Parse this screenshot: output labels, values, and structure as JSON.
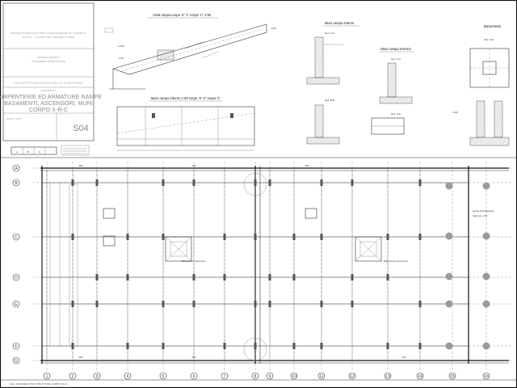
{
  "title_block": {
    "project_lines": [
      "PROGETTO ESECUTIVO PER LA REALIZZAZIONE DI UN EDIFICIO",
      "IN V.G.V. - IL LUOGO DEL CARCERE DI TERNI"
    ],
    "firm_lines": [
      "EDITORE TRIARCO",
      "INGEGNERIA STRUTTURALE"
    ],
    "phase_line": "PROGETTO ESECUTIVO DELLE STRUTTURE",
    "subject_small": "ELABORATO:",
    "subject_lines": [
      "CARPENTERIE ED ARMATURE RAMPE",
      "BASAMENTI, ASCENSORI, MURI",
      "CORPO X-R-C"
    ],
    "scale_label": "SCALA: 1:50",
    "sheet_code": "S04",
    "legend_letters": [
      "A",
      "B",
      "C"
    ]
  },
  "details": {
    "ramp_title": "Vista rampa corpo 'X' 'C' corpo 'C' 1:50",
    "ramp_wall_title": "Muro rampa interno 1:50 corpo 'X' 'C' corpo 'C'",
    "inner_wall_title": "Muro rampa interno",
    "outer_wall_title": "Muro rampa esterno",
    "right_title": "Basamento",
    "section_a": "Sez. A-A",
    "section_b": "Sez. B-B",
    "section_c": "Sez. C-C",
    "section_d": "Sez. D-D",
    "section_e": "Sez. E-E",
    "level_labels": [
      "+0.00",
      "-1.00",
      "-2.50",
      "-2.00"
    ]
  },
  "plan": {
    "row_labels": [
      "A",
      "B",
      "C",
      "D",
      "E",
      "F",
      "G"
    ],
    "col_labels": [
      "1",
      "2",
      "3",
      "4",
      "5",
      "6",
      "7",
      "8",
      "9",
      "10",
      "11",
      "12",
      "13",
      "14",
      "15",
      "16"
    ],
    "annotations": {
      "basamento_1": "Basamento ascensore",
      "basamento_2": "Basamento ascensore",
      "note_right": "Quota di fondazione",
      "note_right_2": "Vedi par. 4.3b"
    },
    "beam_label": "25A",
    "footer": "FILE: S04 ESECUTIVO STRUTTURE CORPO X-R-C"
  }
}
